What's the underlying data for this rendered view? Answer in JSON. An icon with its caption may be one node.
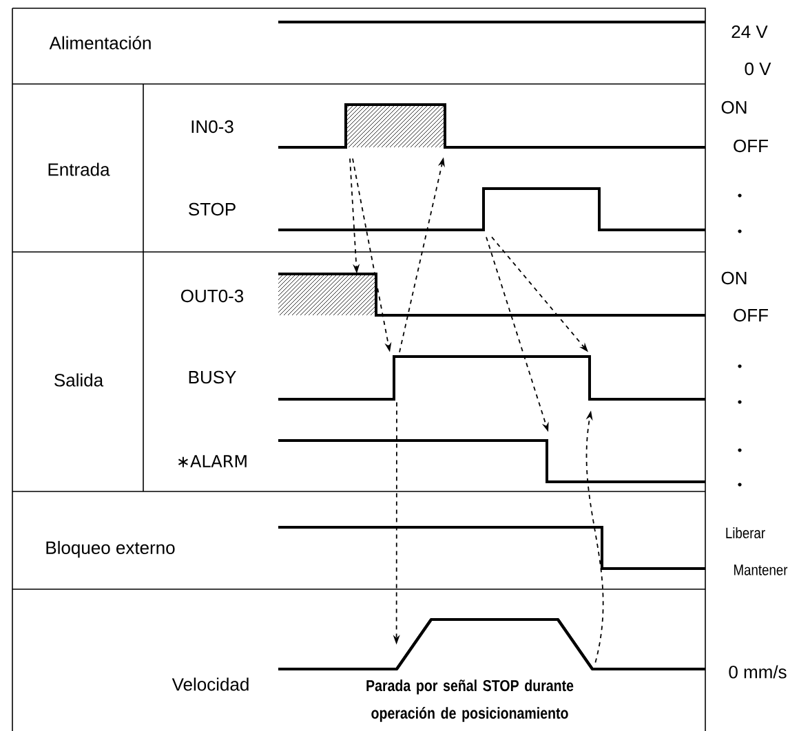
{
  "diagram": {
    "caption": "Parada por señal STOP durante operación de posicionamiento",
    "nodes": [
      {
        "text": [
          "Alimentación"
        ]
      },
      {
        "text": [
          "Entrada"
        ]
      },
      {
        "text": [
          "IN0-3"
        ]
      },
      {
        "text": [
          "STOP"
        ]
      },
      {
        "text": [
          "Salida"
        ]
      },
      {
        "text": [
          "OUT0-3"
        ]
      },
      {
        "text": [
          "BUSY"
        ]
      },
      {
        "text": [
          "∗ALARM"
        ]
      },
      {
        "text": [
          "Bloqueo externo"
        ]
      },
      {
        "text": [
          "Velocidad"
        ]
      },
      {
        "text": [],
        "shape": "line"
      },
      {
        "text": [],
        "shape": "line"
      },
      {
        "text": [],
        "shape": "line"
      },
      {
        "text": [],
        "shape": "line"
      },
      {
        "text": [],
        "shape": "line"
      },
      {
        "text": [],
        "shape": "line"
      },
      {
        "text": [],
        "shape": "line"
      },
      {
        "text": [],
        "shape": "line"
      },
      {
        "text": [],
        "shape": "line"
      }
    ],
    "edges": [
      {
        "from": 10,
        "to": 13,
        "arrow": "to",
        "style": "dashed"
      },
      {
        "from": 10,
        "to": 14,
        "arrow": "to",
        "style": "dashed"
      },
      {
        "from": 14,
        "to": 11,
        "arrow": "to",
        "style": "dashed"
      },
      {
        "from": 14,
        "to": 17,
        "arrow": "to",
        "style": "dashed"
      },
      {
        "from": 12,
        "to": 16,
        "arrow": "to",
        "style": "dashed"
      },
      {
        "from": 12,
        "to": 15,
        "arrow": "to",
        "style": "dashed"
      },
      {
        "from": 18,
        "to": 15,
        "arrow": "to",
        "style": "dashed"
      }
    ],
    "labels": [
      "24 V",
      "0 V",
      "ON",
      "OFF",
      "ON",
      "OFF",
      "Liberar",
      "Mantener",
      "0 mm/s"
    ]
  }
}
